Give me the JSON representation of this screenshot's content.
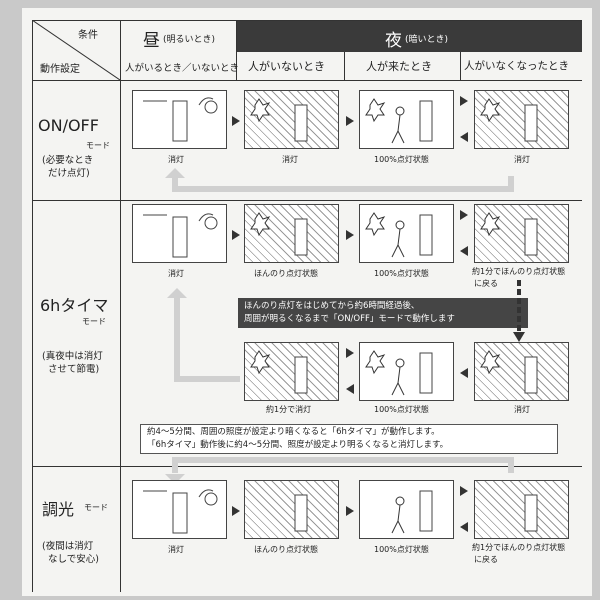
{
  "header": {
    "condition_label": "条件",
    "operation_label": "動作設定",
    "day_title": "昼",
    "day_sub": "(明るいとき)",
    "day_col": "人がいるとき／いないとき",
    "night_title": "夜",
    "night_sub": "(暗いとき)",
    "night_cols": [
      "人がいないとき",
      "人が来たとき",
      "人がいなくなったとき"
    ]
  },
  "modes": {
    "onoff": {
      "title": "ON/OFF",
      "sub": "モード",
      "note": [
        "(必要なとき",
        "だけ点灯)"
      ]
    },
    "timer": {
      "title": "6hタイマ",
      "sub": "モード",
      "note": [
        "(真夜中は消灯",
        "させて節電)"
      ]
    },
    "dimmer": {
      "title": "調光",
      "sub": "モード",
      "note": [
        "(夜間は消灯",
        "なしで安心)"
      ]
    }
  },
  "captions": {
    "onoff": [
      "消灯",
      "消灯",
      "100%点灯状態",
      "消灯"
    ],
    "timer_top": [
      "消灯",
      "ほんのり点灯状態",
      "100%点灯状態",
      "約1分でほんのり点灯状態",
      "に戻る"
    ],
    "timer_bottom": [
      "約1分で消灯",
      "100%点灯状態",
      "消灯"
    ],
    "dimmer": [
      "消灯",
      "ほんのり点灯状態",
      "100%点灯状態",
      "約1分でほんのり点灯状態",
      "に戻る"
    ]
  },
  "bands": {
    "timer_band": [
      "ほんのり点灯をはじめてから約6時間経過後、",
      "周囲が明るくなるまで「ON/OFF」モードで動作します"
    ],
    "timer_note": [
      "約4～5分間、周囲の照度が設定より暗くなると「6hタイマ」が動作します。",
      "「6hタイマ」動作後に約4～5分間、照度が設定より明るくなると消灯します。"
    ]
  }
}
